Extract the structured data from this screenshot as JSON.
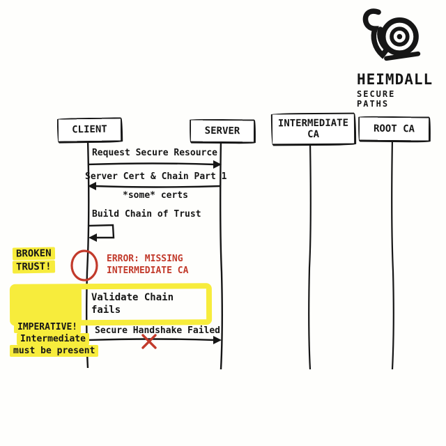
{
  "logo": {
    "brand": "HEIMDALL",
    "tagline": "SECURE PATHS"
  },
  "actors": [
    {
      "id": "client",
      "label": "CLIENT"
    },
    {
      "id": "server",
      "label": "SERVER"
    },
    {
      "id": "intermediate_ca",
      "label": "INTERMEDIATE CA"
    },
    {
      "id": "root_ca",
      "label": "ROOT CA"
    }
  ],
  "messages": [
    {
      "from": "client",
      "to": "server",
      "label": "Request Secure Resource"
    },
    {
      "from": "server",
      "to": "client",
      "label": "Server Cert & Chain Part 1",
      "note": "*some* certs"
    },
    {
      "from": "client",
      "to": "client",
      "label": "Build Chain of Trust",
      "type": "self"
    },
    {
      "from": "client",
      "to": "server",
      "label": "Secure Handshake Failed",
      "status": "failed"
    }
  ],
  "annotations": {
    "broken_trust": {
      "line1": "BROKEN",
      "line2": "TRUST!"
    },
    "error": {
      "line1": "ERROR: MISSING",
      "line2": "INTERMEDIATE CA"
    },
    "validate": {
      "line1": "Validate Chain",
      "line2": "fails"
    },
    "imperative": {
      "line1": "IMPERATIVE!",
      "line2": "Intermediate",
      "line3": "must be present"
    }
  },
  "colors": {
    "ink": "#161616",
    "error": "#c23a2b",
    "highlight": "#f7ec3c"
  }
}
